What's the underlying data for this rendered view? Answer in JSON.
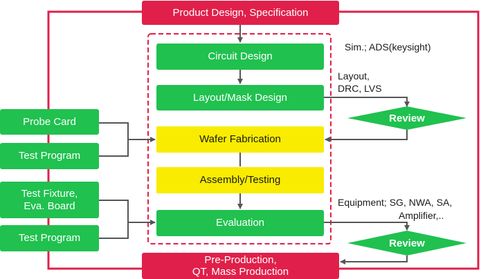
{
  "top_box": "Product Design, Specification",
  "bottom_box": "Pre-Production,\nQT, Mass Production",
  "flow": {
    "circuit_design": "Circuit Design",
    "layout_mask_design": "Layout/Mask Design",
    "wafer_fabrication": "Wafer Fabrication",
    "assembly_testing": "Assembly/Testing",
    "evaluation": "Evaluation"
  },
  "inputs": {
    "probe_card": "Probe Card",
    "test_program_1": "Test Program",
    "test_fixture": "Test Fixture,\nEva. Board",
    "test_program_2": "Test Program"
  },
  "reviews": {
    "review_1": "Review",
    "review_2": "Review"
  },
  "notes": {
    "sim": "Sim.; ADS(keysight)",
    "layout": "Layout,\nDRC, LVS",
    "equipment_line1": "Equipment; SG, NWA, SA,",
    "equipment_line2": "Amplifier,.."
  },
  "colors": {
    "red": "#e0204a",
    "green": "#20c14f",
    "yellow": "#f9ec00",
    "connector": "#555555"
  }
}
